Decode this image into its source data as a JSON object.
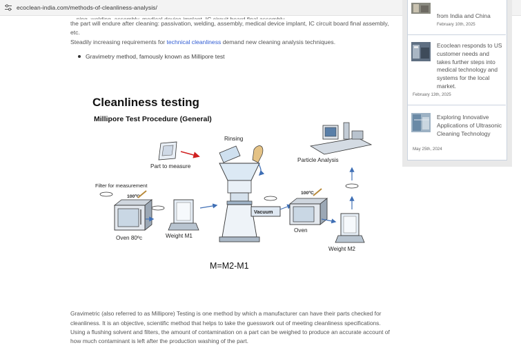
{
  "browser": {
    "url": "ecoclean-india.com/methods-of-cleanliness-analysis/"
  },
  "article": {
    "line_cut": "…ning, welding, assembly, medical device implant, IC circuit board final assembly,",
    "line1": "the part will endure after cleaning: passivation, welding, assembly, medical device implant, IC circuit board final assembly,",
    "line2": "etc.",
    "line3_pre": "Steadily increasing requirements for ",
    "line3_link": "technical cleanliness",
    "line3_post": " demand new cleaning analysis techniques.",
    "bullet": "Gravimetry method, famously known as Millipore test"
  },
  "figure": {
    "title": "Cleanliness testing",
    "subtitle": "Millipore Test Procedure (General)",
    "labels": {
      "rinsing": "Rinsing",
      "part": "Part to measure",
      "particle": "Particle Analysis",
      "filter": "Filter for measurement",
      "temp1": "100ºC",
      "temp2": "100ºC",
      "oven1": "Oven 80ºc",
      "weight1": "Weight M1",
      "vacuum": "Vacuum",
      "oven2": "Oven",
      "weight2": "Weight M2",
      "formula": "M=M2-M1"
    }
  },
  "bottom": {
    "text": "Gravimetric (also referred to as Millipore) Testing is one method by which a manufacturer can have their parts checked for cleanliness. It is an objective, scientific method that helps to take the guesswork out of meeting cleanliness specifications. Using a flushing solvent and filters, the amount of contamination on a part can be weighed to produce an accurate account of how much contaminant is left after the production washing of the part."
  },
  "sidebar": {
    "posts": [
      {
        "title": "from India and China",
        "date": "February 10th, 2025"
      },
      {
        "title": "Ecoclean responds to US customer needs and takes further steps into medical technology and systems for the local market.",
        "date": "February 13th, 2025"
      },
      {
        "title": "Exploring Innovative Applications of Ultrasonic Cleaning Technology",
        "date": "May 25th, 2024"
      }
    ]
  },
  "colors": {
    "link": "#2f5bd3",
    "arrow": "#3f6fb5",
    "red_arrow": "#d02020",
    "sidebar_border": "#c9d2de"
  }
}
